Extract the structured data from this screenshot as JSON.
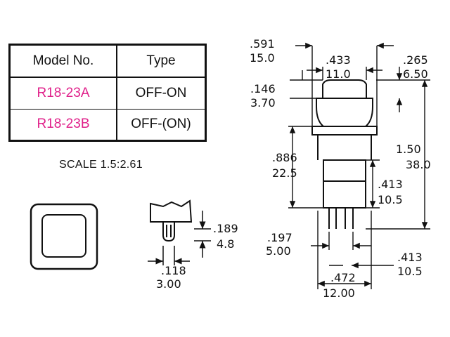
{
  "table": {
    "headers": [
      "Model No.",
      "Type"
    ],
    "rows": [
      {
        "model": "R18-23A",
        "type": "OFF-ON"
      },
      {
        "model": "R18-23B",
        "type": "OFF-(ON)"
      }
    ],
    "accent_color": "#e0208a"
  },
  "scale_label": "SCALE 1.5:2.61",
  "dims": {
    "overall_width_in": ".591",
    "overall_width_mm": "15.0",
    "cap_width_in": ".433",
    "cap_width_mm": "11.0",
    "right_offset_in": ".265",
    "right_offset_mm": "6.50",
    "cap_height_in": ".146",
    "cap_height_mm": "3.70",
    "total_height_in": "1.50",
    "total_height_mm": "38.0",
    "body_height_in": ".886",
    "body_height_mm": "22.5",
    "lower_body_in": ".413",
    "lower_body_mm": "10.5",
    "pin_spacing_in": ".197",
    "pin_spacing_mm": "5.00",
    "terminal_len_in": ".413",
    "terminal_len_mm": "10.5",
    "body_width_in": ".472",
    "body_width_mm": "12.00",
    "tab_height_in": ".189",
    "tab_height_mm": "4.8",
    "tab_width_in": ".118",
    "tab_width_mm": "3.00"
  }
}
